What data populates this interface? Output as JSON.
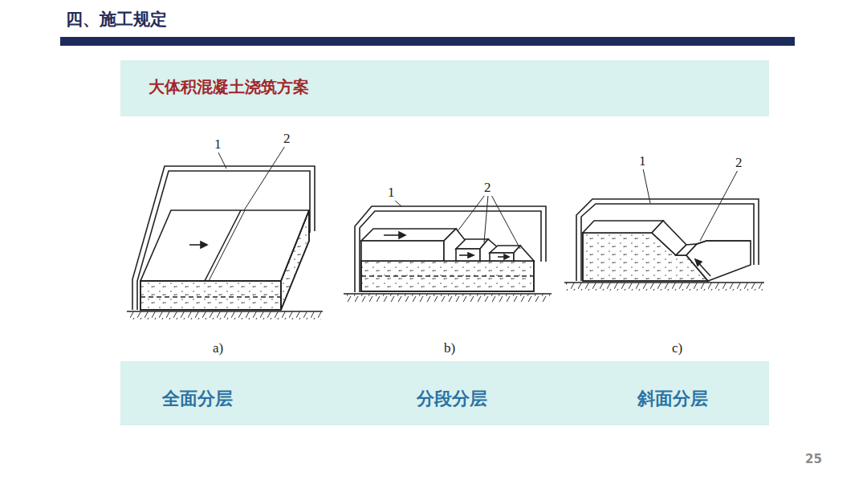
{
  "diagram": {
    "title": "四、施工规定",
    "nodes": [
      {
        "text": [
          "大体积混凝土浇筑方案"
        ]
      },
      {
        "text": [
          "全面分层",
          "分段分层",
          "斜面分层"
        ]
      }
    ],
    "labels": [
      "1",
      "2",
      "a)",
      "1",
      "2",
      "b)",
      "1",
      "2",
      "c)",
      "25"
    ]
  }
}
